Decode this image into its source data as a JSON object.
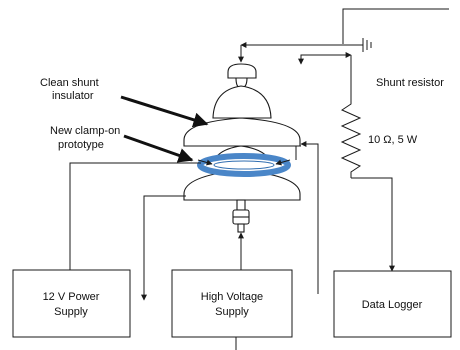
{
  "labels": {
    "clean_shunt_line1": "Clean shunt",
    "clean_shunt_line2": "insulator",
    "clamp_line1": "New clamp-on",
    "clamp_line2": "prototype",
    "shunt_resistor": "Shunt resistor",
    "resistor_value": "10 Ω, 5 W"
  },
  "boxes": {
    "power_supply_line1": "12 V Power",
    "power_supply_line2": "Supply",
    "hv_supply_line1": "High Voltage",
    "hv_supply_line2": "Supply",
    "data_logger": "Data Logger"
  },
  "colors": {
    "line": "#1a1a1a",
    "clamp_ring": "#4a86c8",
    "clamp_ring_fill": "#ffffff"
  }
}
